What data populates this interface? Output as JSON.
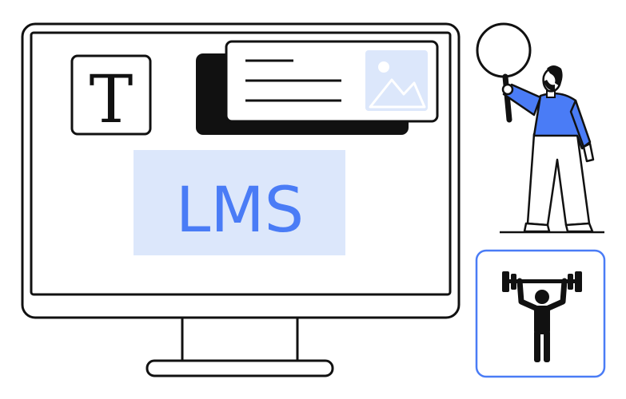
{
  "monitor": {
    "text_tile": {
      "letter": "T",
      "icon": "text-type-icon"
    },
    "content_card": {
      "icon": "image-placeholder-icon",
      "text_lines": 3
    },
    "lms_block": {
      "label": "LMS"
    }
  },
  "figure": {
    "icon": "magnifying-glass-icon"
  },
  "fitness_card": {
    "icon": "weightlifter-icon"
  },
  "colors": {
    "accent_blue": "#4A7CF6",
    "light_blue": "#DCE7FB",
    "ink": "#111111",
    "background": "#FFFFFF"
  }
}
